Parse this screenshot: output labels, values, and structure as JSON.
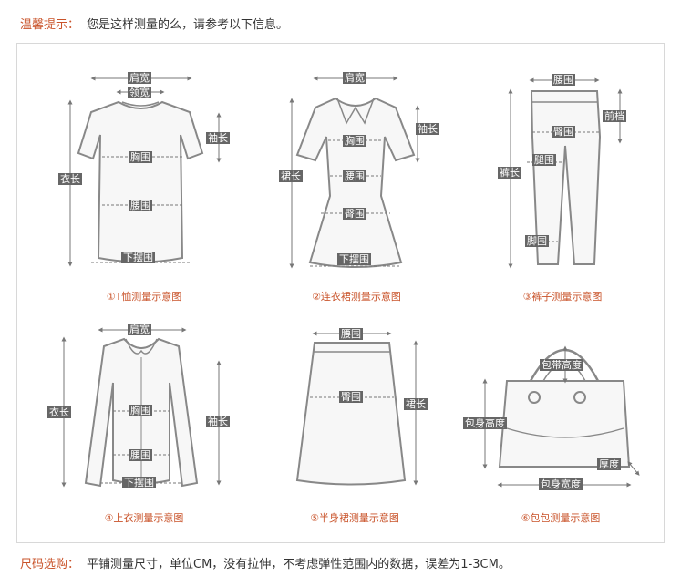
{
  "header": {
    "key": "温馨提示：",
    "text": "您是这样测量的么，请参考以下信息。"
  },
  "footer": {
    "key": "尺码选购：",
    "text": "平铺测量尺寸，单位CM，没有拉伸，不考虑弹性范围内的数据，误差为1-3CM。"
  },
  "captions": {
    "tshirt": "①T恤测量示意图",
    "dress": "②连衣裙测量示意图",
    "pants": "③裤子测量示意图",
    "shirt": "④上衣测量示意图",
    "skirt": "⑤半身裙测量示意图",
    "bag": "⑥包包测量示意图"
  },
  "labels": {
    "shoulder": "肩宽",
    "neck": "领宽",
    "sleeve": "袖长",
    "chest": "胸围",
    "waist": "腰围",
    "hem": "下摆围",
    "length": "衣长",
    "dress_length": "裙长",
    "hip": "臀围",
    "rise": "前档",
    "pants_length": "裤长",
    "thigh": "腿围",
    "ankle": "脚围",
    "strap_height": "包带高度",
    "bag_height": "包身高度",
    "bag_width": "包身宽度",
    "thickness": "厚度"
  }
}
